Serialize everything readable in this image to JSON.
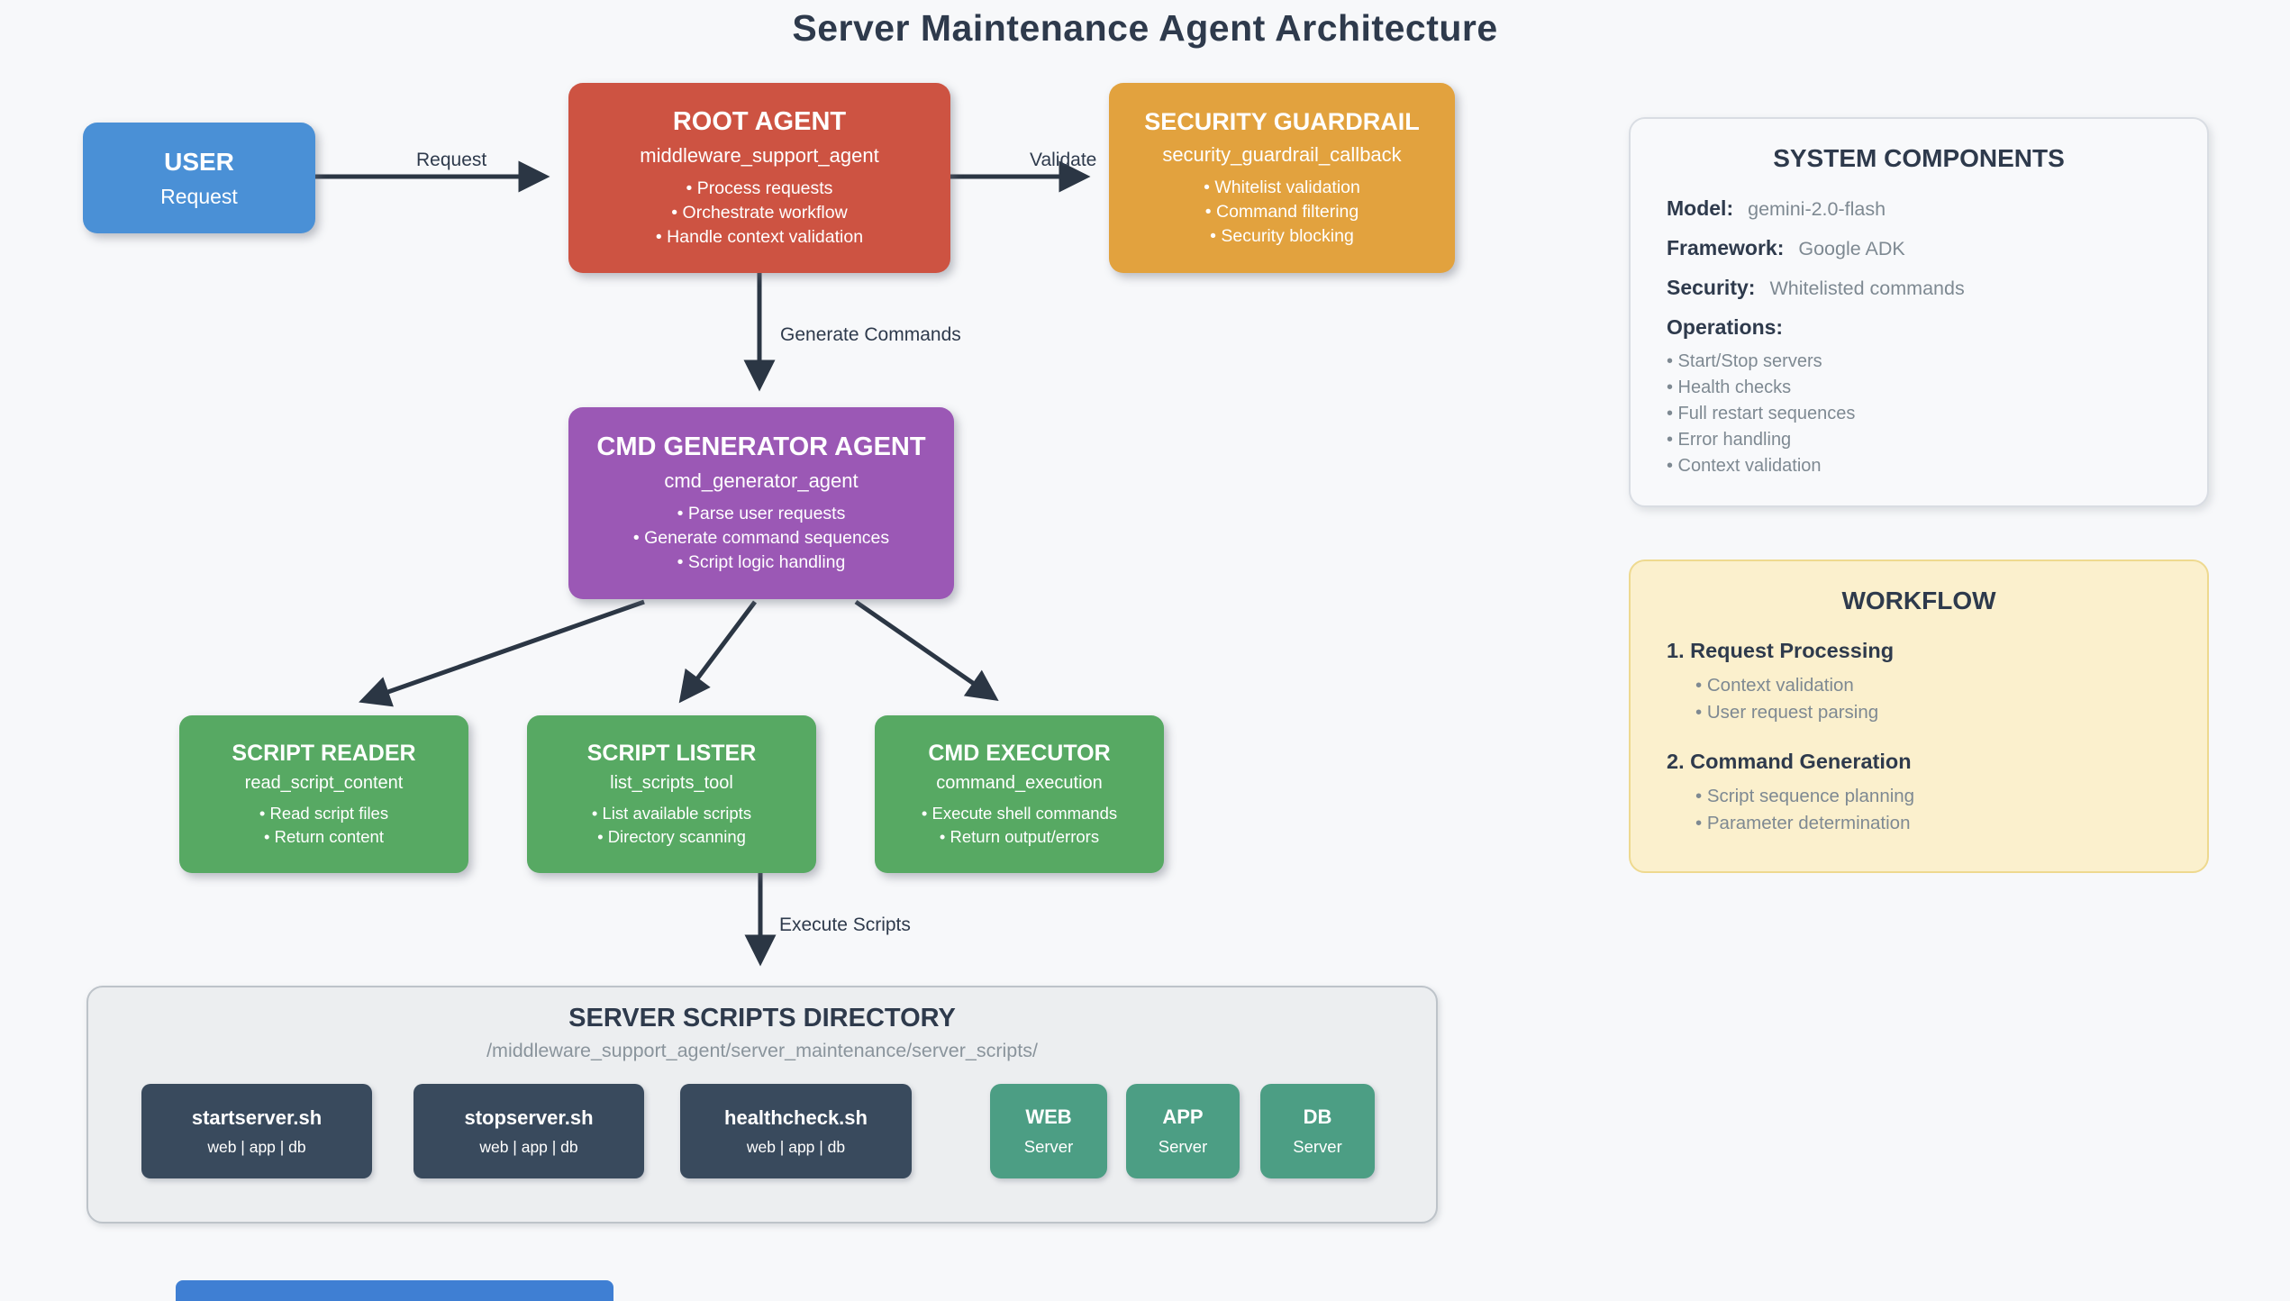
{
  "title": "Server Maintenance Agent Architecture",
  "nodes": {
    "user": {
      "title": "USER",
      "subtitle": "Request"
    },
    "root_agent": {
      "title": "ROOT AGENT",
      "subtitle": "middleware_support_agent",
      "bullets": [
        "• Process requests",
        "• Orchestrate workflow",
        "• Handle context validation"
      ]
    },
    "security_guardrail": {
      "title": "SECURITY GUARDRAIL",
      "subtitle": "security_guardrail_callback",
      "bullets": [
        "• Whitelist validation",
        "• Command filtering",
        "• Security blocking"
      ]
    },
    "cmd_generator": {
      "title": "CMD GENERATOR AGENT",
      "subtitle": "cmd_generator_agent",
      "bullets": [
        "• Parse user requests",
        "• Generate command sequences",
        "• Script logic handling"
      ]
    },
    "script_reader": {
      "title": "SCRIPT READER",
      "subtitle": "read_script_content",
      "bullets": [
        "• Read script files",
        "• Return content"
      ]
    },
    "script_lister": {
      "title": "SCRIPT LISTER",
      "subtitle": "list_scripts_tool",
      "bullets": [
        "• List available scripts",
        "• Directory scanning"
      ]
    },
    "cmd_executor": {
      "title": "CMD EXECUTOR",
      "subtitle": "command_execution",
      "bullets": [
        "• Execute shell commands",
        "• Return output/errors"
      ]
    }
  },
  "edges": {
    "request": "Request",
    "validate": "Validate",
    "generate_commands": "Generate Commands",
    "execute_scripts": "Execute Scripts"
  },
  "directory": {
    "title": "SERVER SCRIPTS DIRECTORY",
    "path": "/middleware_support_agent/server_maintenance/server_scripts/",
    "scripts": [
      {
        "name": "startserver.sh",
        "targets": "web | app | db"
      },
      {
        "name": "stopserver.sh",
        "targets": "web | app | db"
      },
      {
        "name": "healthcheck.sh",
        "targets": "web | app | db"
      }
    ],
    "servers": [
      {
        "name": "WEB",
        "subtitle": "Server"
      },
      {
        "name": "APP",
        "subtitle": "Server"
      },
      {
        "name": "DB",
        "subtitle": "Server"
      }
    ]
  },
  "system_components": {
    "title": "SYSTEM COMPONENTS",
    "rows": [
      {
        "label": "Model:",
        "value": "gemini-2.0-flash"
      },
      {
        "label": "Framework:",
        "value": "Google ADK"
      },
      {
        "label": "Security:",
        "value": "Whitelisted commands"
      }
    ],
    "operations_label": "Operations:",
    "operations": [
      "• Start/Stop servers",
      "• Health checks",
      "• Full restart sequences",
      "• Error handling",
      "• Context validation"
    ]
  },
  "workflow": {
    "title": "WORKFLOW",
    "steps": [
      {
        "label": "1. Request Processing",
        "bullets": [
          "• Context validation",
          "• User request parsing"
        ]
      },
      {
        "label": "2. Command Generation",
        "bullets": [
          "• Script sequence planning",
          "• Parameter determination"
        ]
      }
    ]
  },
  "colors": {
    "background": "#f7f8fa",
    "user_blue": "#4a90d6",
    "root_red": "#cd5342",
    "guardrail_orange": "#e2a23e",
    "generator_purple": "#9b58b5",
    "tool_green": "#57a963",
    "script_slate": "#394a5d",
    "server_teal": "#4c9e84",
    "workflow_yellow": "#fbf0cd",
    "arrow": "#2b3644",
    "heading": "#2e3a4c",
    "muted": "#7e8992"
  }
}
